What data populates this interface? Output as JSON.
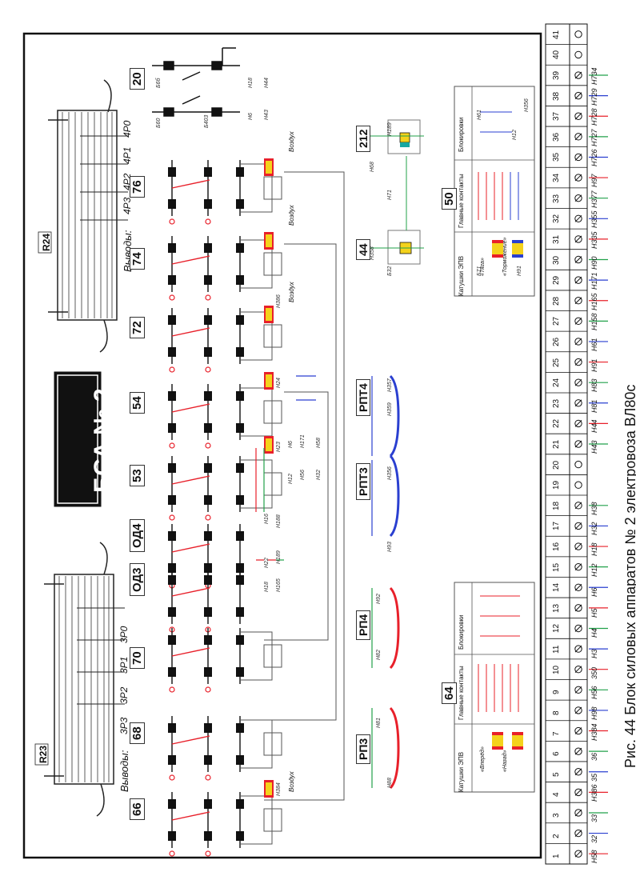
{
  "title_block": "БСА № 2",
  "caption": "Рис. 44  Блок силовых аппаратов № 2 электровоза ВЛ80с",
  "resistors": [
    {
      "label": "R24",
      "outputs_title": "Выводы:",
      "outputs": [
        "4Р3",
        "4Р2",
        "4Р1",
        "4Р0"
      ]
    },
    {
      "label": "R23",
      "outputs_title": "Выводы:",
      "outputs": [
        "3Р3",
        "3Р2",
        "3Р1",
        "3Р0"
      ]
    }
  ],
  "devices": [
    {
      "id": "20"
    },
    {
      "id": "76"
    },
    {
      "id": "74"
    },
    {
      "id": "72"
    },
    {
      "id": "54"
    },
    {
      "id": "53"
    },
    {
      "id": "ОД4"
    },
    {
      "id": "ОД3"
    },
    {
      "id": "70"
    },
    {
      "id": "68"
    },
    {
      "id": "66"
    }
  ],
  "relays": [
    {
      "id": "212"
    },
    {
      "id": "44"
    },
    {
      "id": "РПТ4"
    },
    {
      "id": "РПТ3"
    },
    {
      "id": "РП4"
    },
    {
      "id": "РП3"
    }
  ],
  "panel_labels": [
    {
      "id": "50",
      "sections": [
        "Катушки ЭПВ",
        "Главные контакты",
        "Блокировки"
      ],
      "coils": [
        "«Тяга»",
        "«Торможение»"
      ]
    },
    {
      "id": "64",
      "sections": [
        "Катушки ЭПВ",
        "Главные контакты",
        "Блокировки"
      ],
      "coils": [
        "«Вперёд»",
        "«Назад»"
      ]
    }
  ],
  "air_label": "Воздух",
  "wire_labels": [
    "Н18",
    "Н44",
    "Н6",
    "Н43",
    "Б6б",
    "Б60",
    "Б403",
    "Н384",
    "Н386",
    "Н24",
    "Н23",
    "Н12",
    "Н6",
    "Н171",
    "Н56",
    "Н32",
    "Н58",
    "Н188",
    "Н189",
    "Н16",
    "Н22",
    "Н165",
    "Н18",
    "Н88",
    "Н81",
    "Н82",
    "Н92",
    "Н93",
    "Н356",
    "Н357",
    "Н359",
    "Н358",
    "Н68",
    "Н71",
    "Н189",
    "Б32",
    "Б71",
    "Н91",
    "Н61",
    "Н12",
    "Н356",
    "Н355"
  ],
  "terminal_strip": {
    "numbers": [
      "1",
      "2",
      "3",
      "4",
      "5",
      "6",
      "7",
      "8",
      "9",
      "10",
      "11",
      "12",
      "13",
      "14",
      "15",
      "16",
      "17",
      "18",
      "19",
      "20",
      "21",
      "22",
      "23",
      "24",
      "25",
      "26",
      "27",
      "28",
      "29",
      "30",
      "31",
      "32",
      "33",
      "34",
      "35",
      "36",
      "37",
      "38",
      "39",
      "40",
      "41"
    ],
    "labels": [
      "Н58",
      "32",
      "33",
      "Н386",
      "35",
      "36",
      "Н384",
      "Н98",
      "Н56",
      "350",
      "Н3",
      "Н4",
      "Н5",
      "Н6",
      "Н12",
      "Н18",
      "Н32",
      "Н38",
      "",
      "",
      "Н43",
      "Н44",
      "Н81",
      "Н83",
      "Н91",
      "Н61",
      "Н158",
      "Н165",
      "Н171",
      "Н90",
      "Н335",
      "Н355",
      "Н377",
      "Н97",
      "Н726",
      "Н727",
      "Н728",
      "Н729",
      "Н734",
      "",
      ""
    ],
    "empty_terminals": [
      "19",
      "20",
      "40",
      "41"
    ]
  },
  "colors": {
    "red": "#e8202a",
    "blue": "#2a3fd0",
    "green": "#21a14a",
    "yellow": "#f4d21c",
    "black": "#111111"
  }
}
